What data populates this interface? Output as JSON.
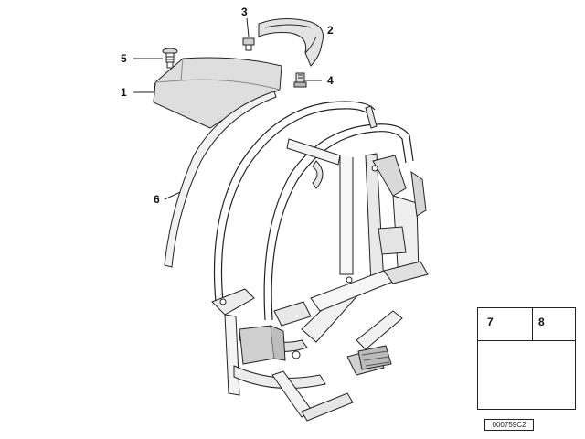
{
  "callouts": {
    "c1": "1",
    "c2": "2",
    "c3": "3",
    "c4": "4",
    "c5": "5",
    "c6": "6",
    "c7": "7",
    "c8": "8"
  },
  "reference_code": "000759C2",
  "colors": {
    "line": "#222222",
    "shade": "#d9d9d9",
    "panel": "#e8e8e8",
    "dark": "#111111"
  }
}
